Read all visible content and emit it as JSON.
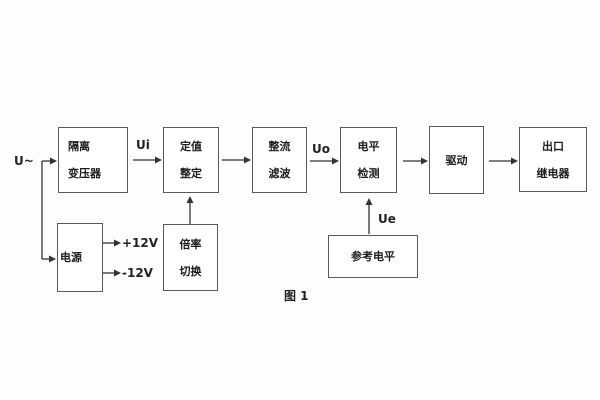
{
  "figure_caption": "图 1",
  "io_labels": {
    "input": "U~",
    "ui": "Ui",
    "uo": "Uo",
    "ue": "Ue",
    "plus_12v": "+12V",
    "minus_12v": "-12V"
  },
  "blocks": {
    "isolation_transformer": {
      "line1": "隔离",
      "line2": "变压器"
    },
    "setpoint_setting": {
      "line1": "定值",
      "line2": "整定"
    },
    "rectifier_filter": {
      "line1": "整流",
      "line2": "滤波"
    },
    "level_detection": {
      "line1": "电平",
      "line2": "检测"
    },
    "driver": {
      "label": "驱动"
    },
    "output_relay": {
      "line1": "出口",
      "line2": "继电器"
    },
    "power_supply": {
      "label": "电源"
    },
    "ratio_switching": {
      "line1": "倍率",
      "line2": "切换"
    },
    "reference_level": {
      "label": "参考电平"
    }
  },
  "colors": {
    "background": "#fdfdfd",
    "box_border": "#595959",
    "connector": "#333333",
    "text": "#1c1c1c"
  }
}
